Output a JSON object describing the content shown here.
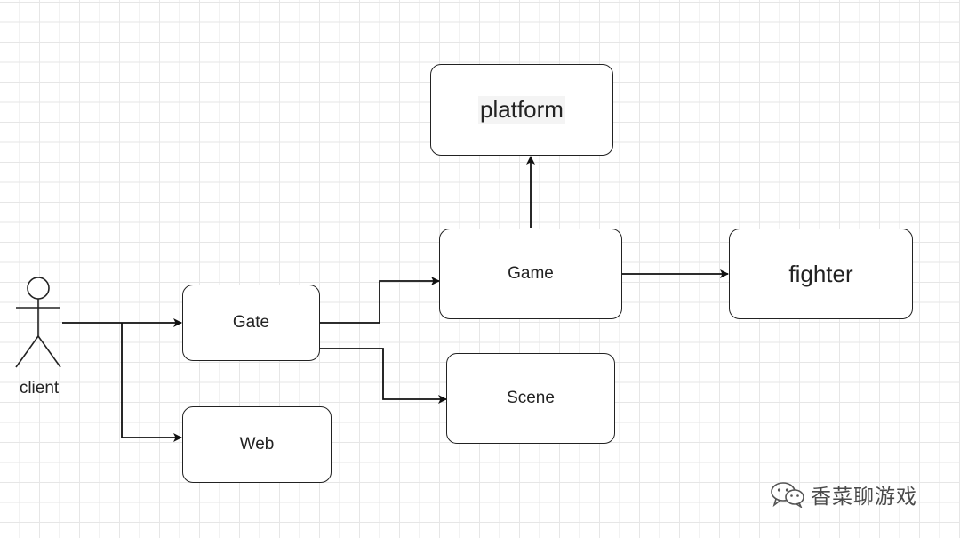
{
  "diagram": {
    "actor": {
      "label": "client"
    },
    "nodes": {
      "platform": "platform",
      "game": "Game",
      "fighter": "fighter",
      "gate": "Gate",
      "scene": "Scene",
      "web": "Web"
    },
    "edges": [
      {
        "from": "client",
        "to": "Gate"
      },
      {
        "from": "client",
        "to": "Web"
      },
      {
        "from": "Gate",
        "to": "Game"
      },
      {
        "from": "Gate",
        "to": "Scene"
      },
      {
        "from": "Game",
        "to": "platform"
      },
      {
        "from": "Game",
        "to": "fighter"
      }
    ]
  },
  "watermark": {
    "text": "香菜聊游戏",
    "icon": "wechat-icon"
  },
  "colors": {
    "stroke": "#222222",
    "grid": "#e6e6e6",
    "background": "#ffffff"
  }
}
